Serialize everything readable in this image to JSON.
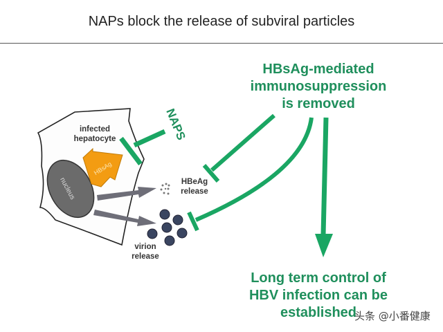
{
  "title": "NAPs block the release of subviral particles",
  "cell": {
    "label_line1": "infected",
    "label_line2": "hepatocyte",
    "nucleus_label": "nucleus",
    "hbsag_arrow_label": "HBsAg"
  },
  "naps_label": "NAPS",
  "hbeag": {
    "line1": "HBeAg",
    "line2": "release"
  },
  "virion": {
    "line1": "virion",
    "line2": "release"
  },
  "effect": {
    "line1": "HBsAg-mediated",
    "line2": "immunosuppression",
    "line3": "is removed"
  },
  "outcome": {
    "line1": "Long term control of",
    "line2": "HBV infection can be",
    "line3": "established"
  },
  "watermark": "头条 @小番健康",
  "colors": {
    "green": "#1aa663",
    "text_green": "#1f8f5c",
    "orange": "#f39c12",
    "nucleus": "#6b6b6b",
    "arrow_gray": "#6e6e78"
  }
}
